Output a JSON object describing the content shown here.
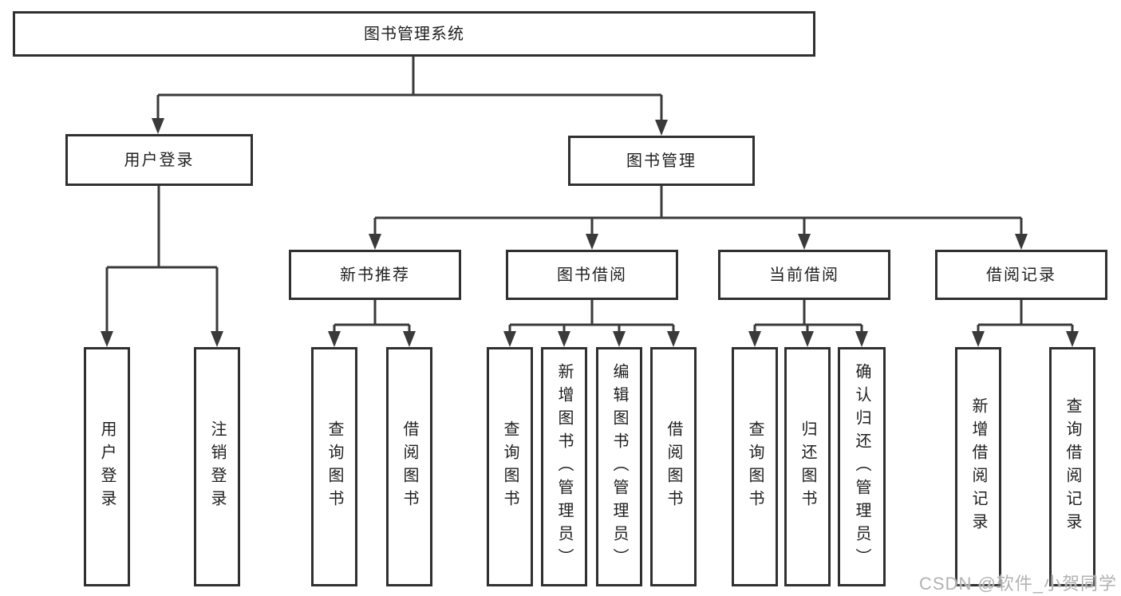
{
  "diagram": {
    "root": {
      "label": "图书管理系统"
    },
    "branches": [
      {
        "label": "用户登录",
        "children": [
          {
            "label": "用户登录"
          },
          {
            "label": "注销登录"
          }
        ]
      },
      {
        "label": "图书管理",
        "children": [
          {
            "label": "新书推荐",
            "children": [
              {
                "label": "查询图书"
              },
              {
                "label": "借阅图书"
              }
            ]
          },
          {
            "label": "图书借阅",
            "children": [
              {
                "label": "查询图书"
              },
              {
                "label": "新增图书（管理员）"
              },
              {
                "label": "编辑图书（管理员）"
              },
              {
                "label": "借阅图书"
              }
            ]
          },
          {
            "label": "当前借阅",
            "children": [
              {
                "label": "查询图书"
              },
              {
                "label": "归还图书"
              },
              {
                "label": "确认归还（管理员）"
              }
            ]
          },
          {
            "label": "借阅记录",
            "children": [
              {
                "label": "新增借阅记录"
              },
              {
                "label": "查询借阅记录"
              }
            ]
          }
        ]
      }
    ]
  },
  "watermark": {
    "text": "CSDN @软件_小贺同学"
  },
  "colors": {
    "line": "#3a3a3a",
    "box_border": "#303030",
    "text": "#1f1f1f",
    "background": "#ffffff",
    "watermark": "#b2b2b2"
  }
}
